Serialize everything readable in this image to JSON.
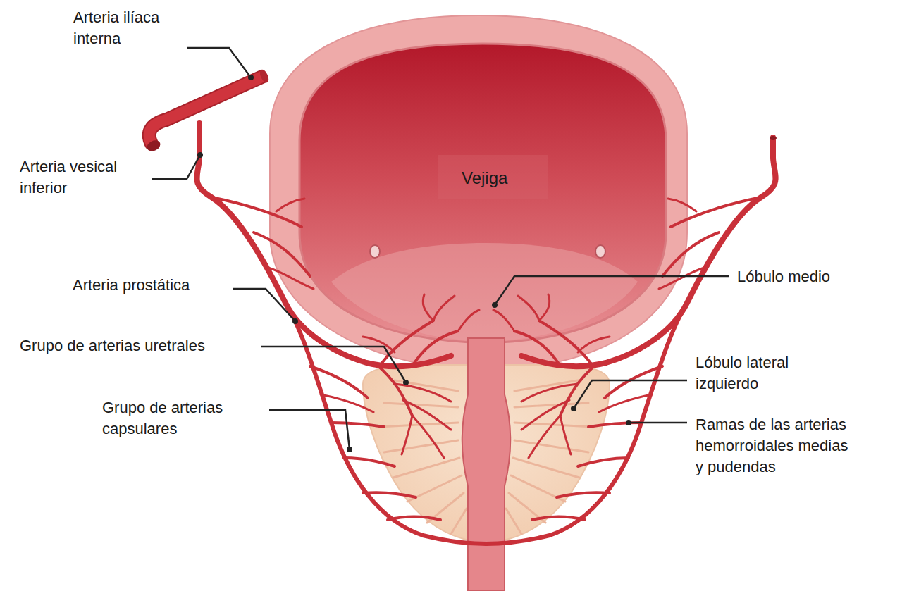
{
  "diagram": {
    "labels": [
      "Arteria ilíaca interna",
      "Arteria vesical inferior",
      "Vejiga",
      "Lóbulo medio",
      "Arteria prostática",
      "Grupo de arterias uretrales",
      "Lóbulo lateral izquierdo",
      "Grupo de arterias capsulares",
      "Ramas de las arterias hemorroidales medias y pudendas"
    ]
  }
}
